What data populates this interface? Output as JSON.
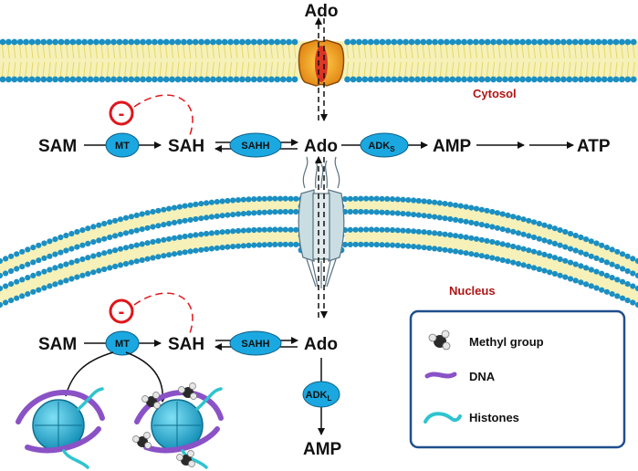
{
  "top_ado": "Ado",
  "compartments": {
    "cytosol": "Cytosol",
    "nucleus": "Nucleus"
  },
  "cytosol_pathway": {
    "sam": "SAM",
    "mt": "MT",
    "sah": "SAH",
    "sahh": "SAHH",
    "ado": "Ado",
    "adk_main": "ADK",
    "adk_sub": "S",
    "amp": "AMP",
    "atp": "ATP"
  },
  "nucleus_pathway": {
    "sam": "SAM",
    "mt": "MT",
    "sah": "SAH",
    "sahh": "SAHH",
    "ado": "Ado",
    "adk_main": "ADK",
    "adk_sub": "L",
    "amp": "AMP"
  },
  "inhibition_symbol": "-",
  "legend": {
    "items": [
      {
        "label": "Methyl group",
        "icon": "methyl-group-icon"
      },
      {
        "label": "DNA",
        "icon": "dna-icon",
        "color": "#8a52c6"
      },
      {
        "label": "Histones",
        "icon": "histones-icon",
        "color": "#2ec4cf"
      }
    ]
  },
  "colors": {
    "enzyme": "#1ba8e0",
    "membrane_head": "#1b8fc2",
    "lipid_tail": "#ece58c",
    "inhibition": "#e0161b",
    "transporter": "#f0a31c",
    "nucleosome": "#25b6d8",
    "dna": "#8a52c6",
    "histone_tail": "#2ec4cf",
    "legend_border": "#1f4f8e"
  }
}
